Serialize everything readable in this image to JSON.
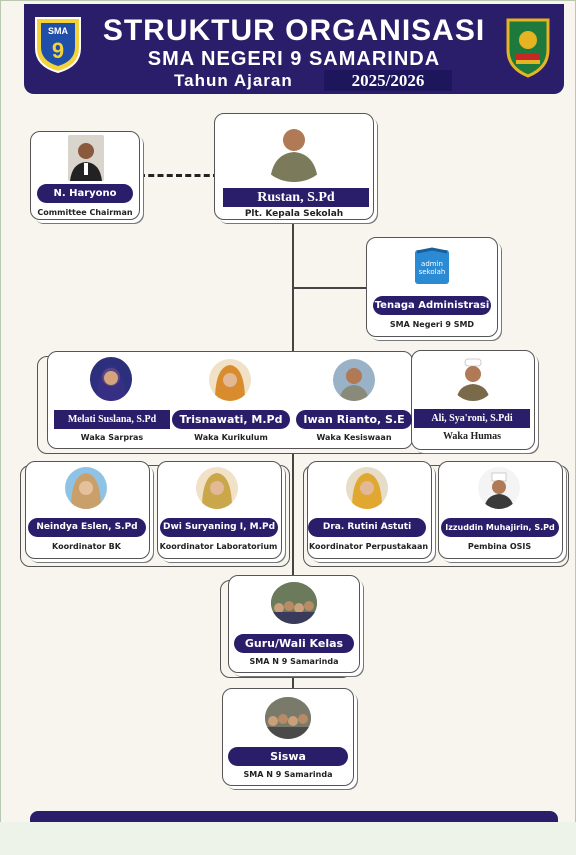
{
  "header": {
    "title": "STRUKTUR ORGANISASI",
    "subtitle": "SMA NEGERI 9 SAMARINDA",
    "year_label": "Tahun Ajaran",
    "year_value": "2025/2026",
    "logo_left_text": "SMA",
    "logo_left_number": "9"
  },
  "committee": {
    "name": "N. Haryono",
    "role": "Committee Chairman"
  },
  "principal": {
    "name": "Rustan, S.Pd",
    "role": "Plt. Kepala Sekolah"
  },
  "admin": {
    "logo_text": "admin sekolah",
    "name": "Tenaga Administrasi",
    "role": "SMA Negeri 9 SMD"
  },
  "wakas": [
    {
      "name": "Melati Suslana, S.Pd",
      "role": "Waka Sarpras"
    },
    {
      "name": "Trisnawati, M.Pd",
      "role": "Waka Kurikulum"
    },
    {
      "name": "Iwan Rianto, S.E",
      "role": "Waka Kesiswaan"
    },
    {
      "name": "Ali, Sya'roni, S.Pdi",
      "role": "Waka Humas"
    }
  ],
  "coordinators": [
    {
      "name": "Neindya Eslen, S.Pd",
      "role": "Koordinator BK"
    },
    {
      "name": "Dwi Suryaning I, M.Pd",
      "role": "Koordinator Laboratorium"
    },
    {
      "name": "Dra. Rutini Astuti",
      "role": "Koordinator Perpustakaan"
    },
    {
      "name": "Izzuddin Muhajirin, S.Pd",
      "role": "Pembina OSIS"
    }
  ],
  "teachers": {
    "name": "Guru/Wali Kelas",
    "role": "SMA N 9 Samarinda"
  },
  "students": {
    "name": "Siswa",
    "role": "SMA N 9 Samarinda"
  },
  "colors": {
    "navy": "#2a1e6a",
    "background": "#f8f5ee",
    "logo_green": "#1e7a3c",
    "logo_gold": "#e6b422"
  }
}
